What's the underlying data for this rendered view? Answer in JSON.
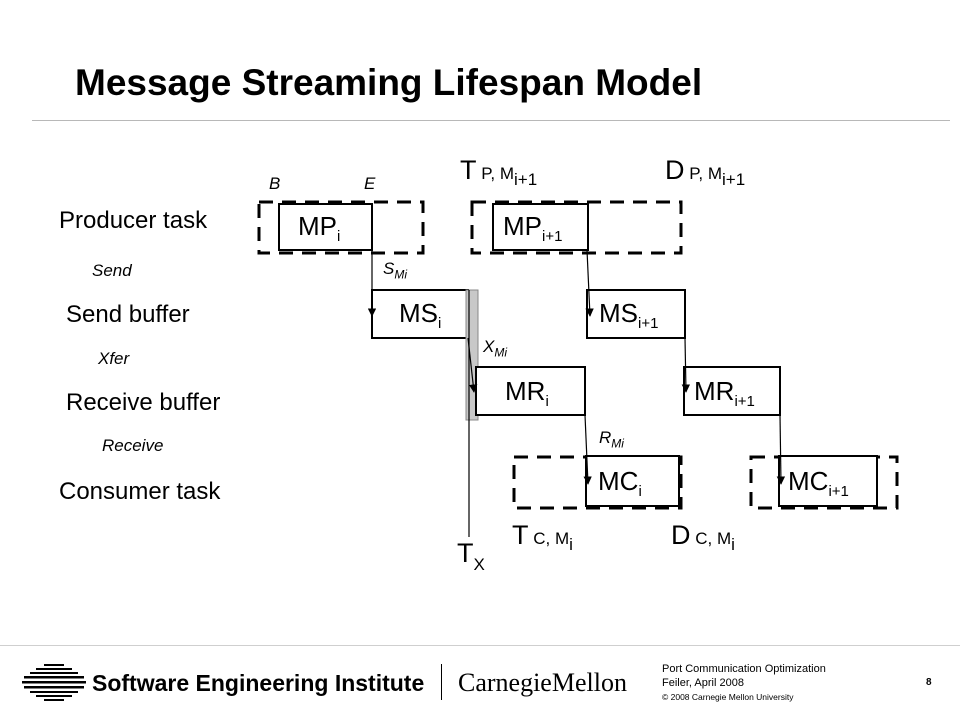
{
  "slide": {
    "title": "Message Streaming Lifespan Model",
    "page_number": "8"
  },
  "rows": {
    "producer": "Producer task",
    "send_buffer": "Send buffer",
    "receive_buffer": "Receive buffer",
    "consumer": "Consumer task"
  },
  "phases": {
    "send": "Send",
    "xfer": "Xfer",
    "receive": "Receive"
  },
  "boxes": {
    "mp_i": {
      "main": "MP",
      "sub": "i"
    },
    "mp_i1": {
      "main": "MP",
      "sub": "i+1"
    },
    "ms_i": {
      "main": "MS",
      "sub": "i"
    },
    "ms_i1": {
      "main": "MS",
      "sub": "i+1"
    },
    "mr_i": {
      "main": "MR",
      "sub": "i"
    },
    "mr_i1": {
      "main": "MR",
      "sub": "i+1"
    },
    "mc_i": {
      "main": "MC",
      "sub": "i"
    },
    "mc_i1": {
      "main": "MC",
      "sub": "i+1"
    }
  },
  "markers": {
    "b": "B",
    "e": "E",
    "s_mi": {
      "main": "S",
      "sub": "Mi"
    },
    "x_mi": {
      "main": "X",
      "sub": "Mi"
    },
    "r_mi": {
      "main": "R",
      "sub": "Mi"
    }
  },
  "times": {
    "t_p": {
      "main": "T",
      "sub": "P, M",
      "subsub": "i+1"
    },
    "d_p": {
      "main": "D",
      "sub": "P, M",
      "subsub": "i+1"
    },
    "t_c": {
      "main": "T",
      "sub": "C, M",
      "subsub": "i"
    },
    "d_c": {
      "main": "D",
      "sub": "C, M",
      "subsub": "i"
    },
    "t_x": {
      "main": "T",
      "sub": "X"
    }
  },
  "footer": {
    "institute": "Software Engineering Institute",
    "university": "CarnegieMellon",
    "talk_title": "Port Communication Optimization",
    "author_date": "Feiler, April 2008",
    "copyright": "© 2008 Carnegie Mellon University"
  },
  "colors": {
    "box_stroke": "#000000",
    "text": "#000000",
    "bar_fill": "#c8c8c8",
    "rule": "#b8b8b8"
  }
}
